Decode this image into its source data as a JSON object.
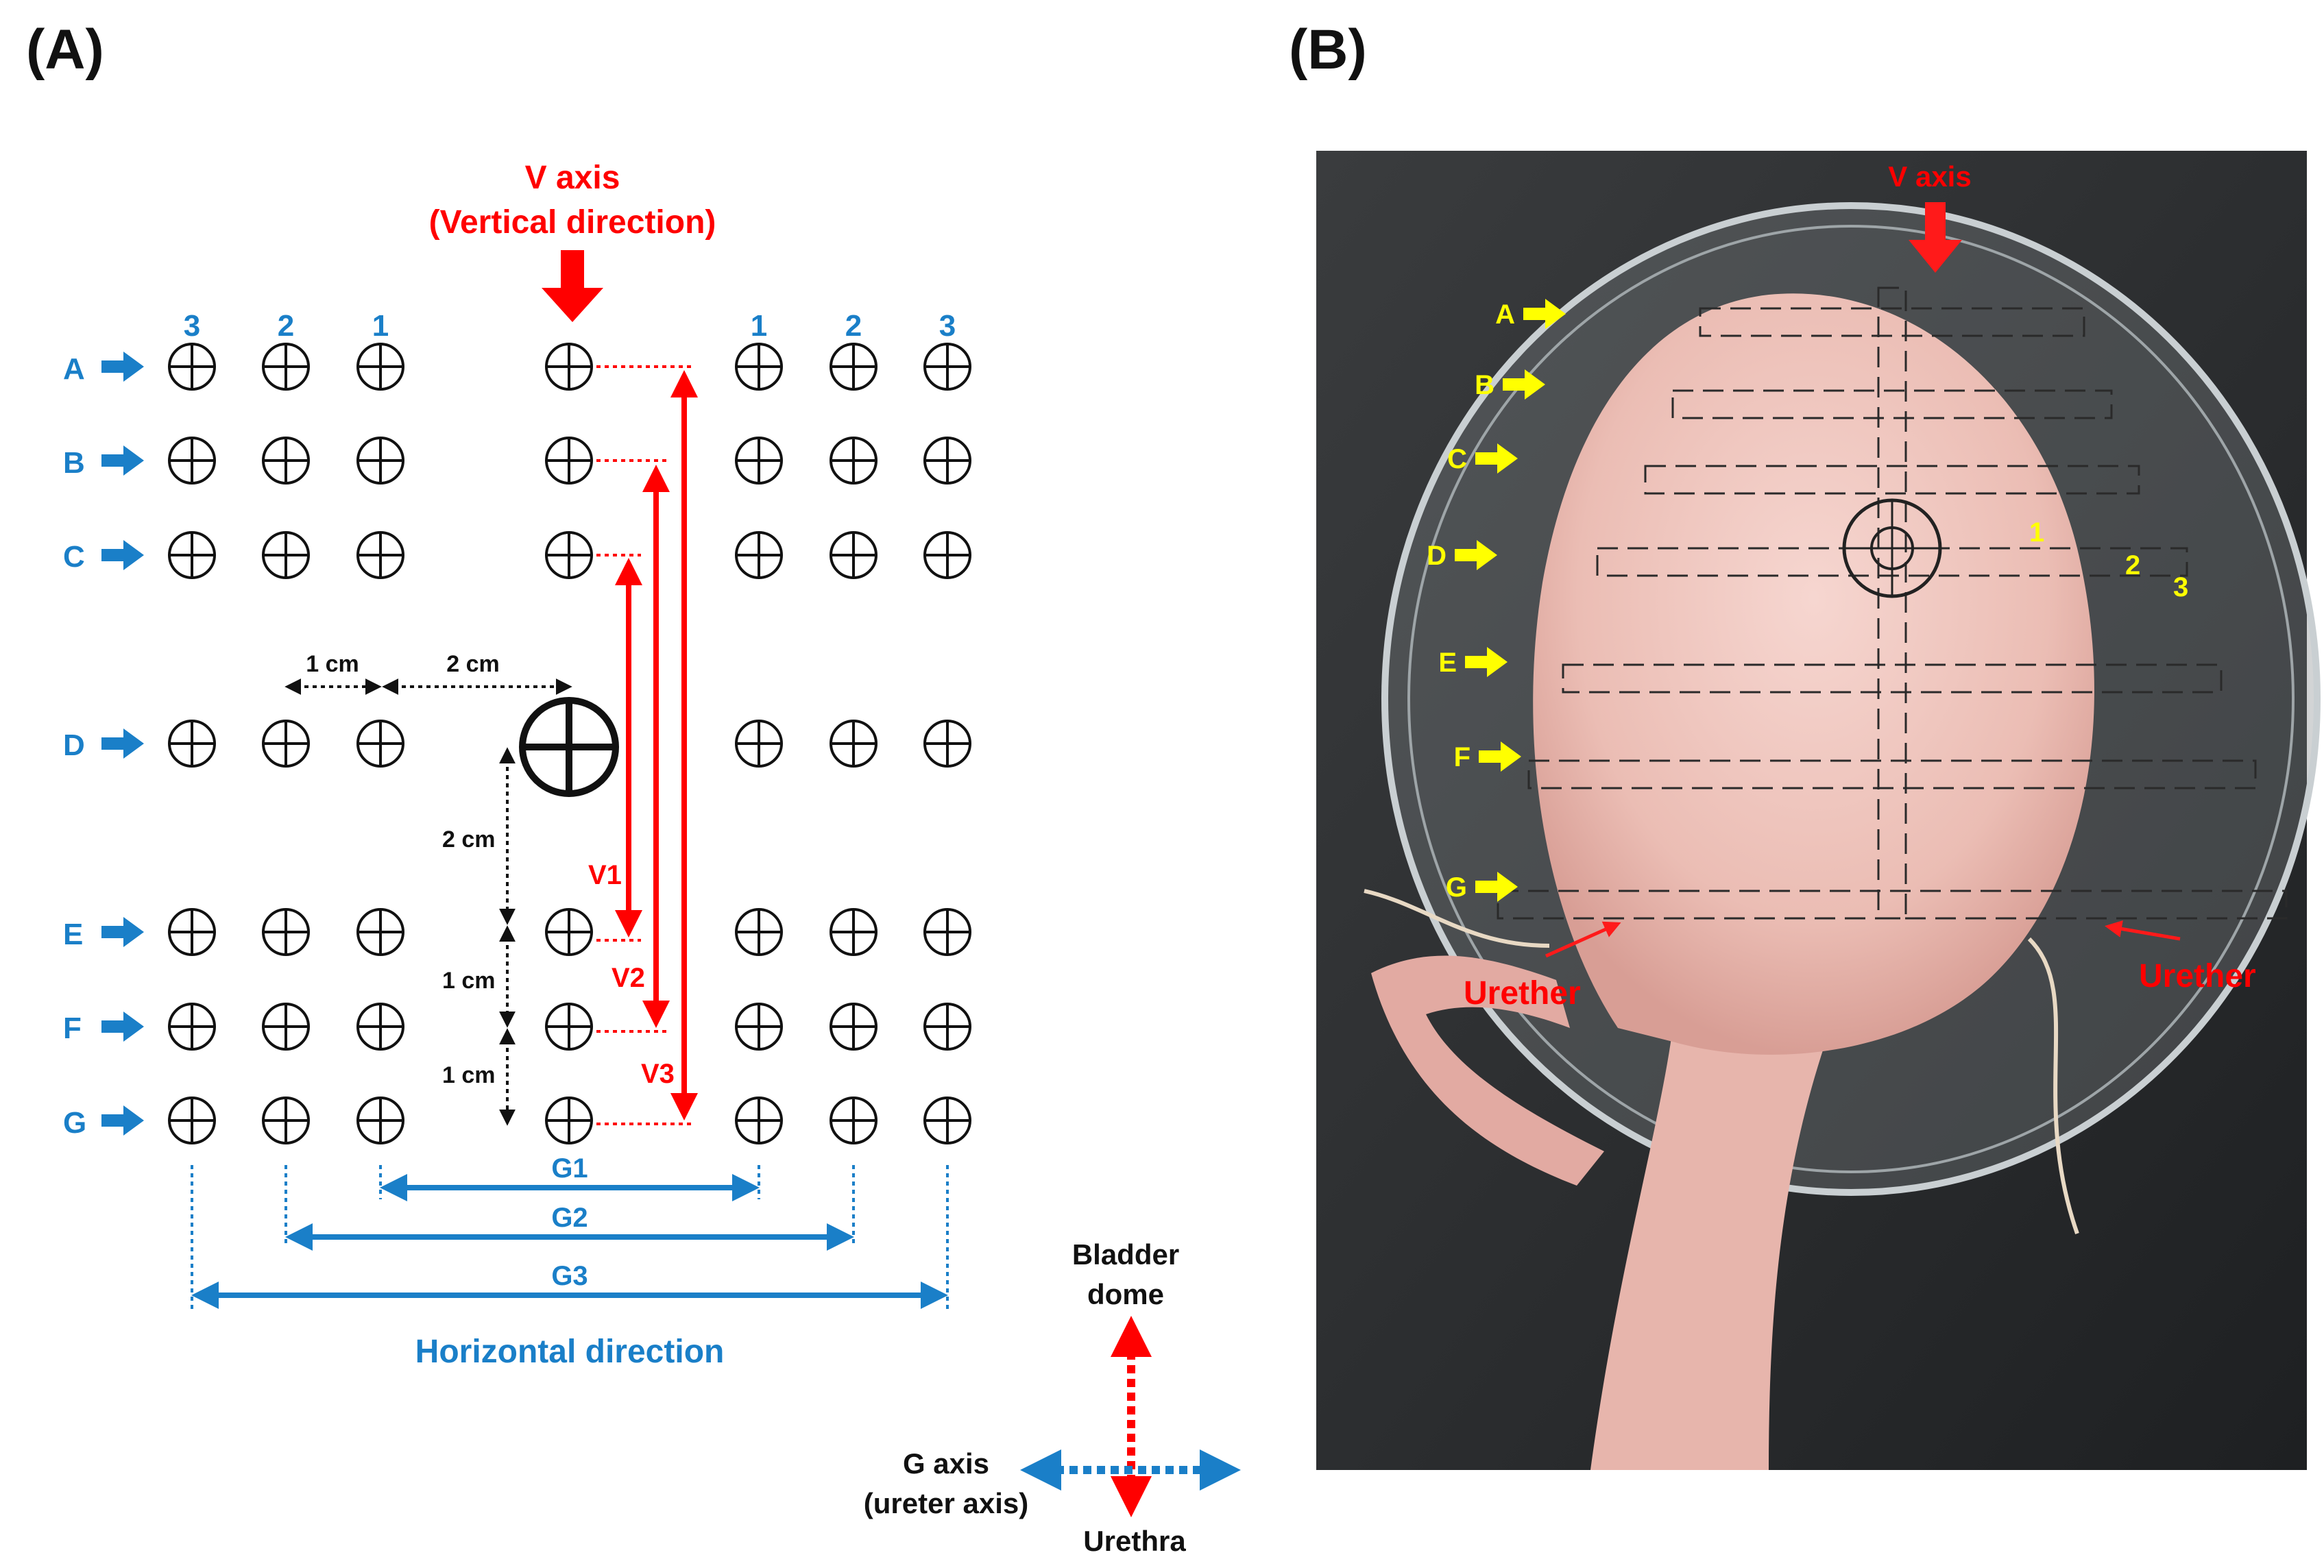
{
  "colors": {
    "blue": "#1a7fc8",
    "red": "#ff0000",
    "yellow": "#ffff00",
    "black": "#111111"
  },
  "panel_a": {
    "label": "(A)",
    "v_axis_title": "V axis",
    "v_axis_subtitle": "(Vertical direction)",
    "col_numbers_left": [
      "3",
      "2",
      "1"
    ],
    "col_numbers_right": [
      "1",
      "2",
      "3"
    ],
    "rows": [
      "A",
      "B",
      "C",
      "D",
      "E",
      "F",
      "G"
    ],
    "dim_1cm_horizontal": "1 cm",
    "dim_2cm_horizontal": "2 cm",
    "dim_2cm_vertical": "2 cm",
    "dim_1cm_ef": "1 cm",
    "dim_1cm_fg": "1 cm",
    "v_labels": [
      "V1",
      "V2",
      "V3"
    ],
    "g_labels": [
      "G1",
      "G2",
      "G3"
    ],
    "horizontal_direction": "Horizontal direction",
    "legend": {
      "bladder_line1": "Bladder",
      "bladder_line2": "dome",
      "g_axis_line1": "G axis",
      "g_axis_line2": "(ureter axis)",
      "urethra": "Urethra"
    }
  },
  "panel_b": {
    "label": "(B)",
    "v_axis": "V axis",
    "row_markers": [
      "A",
      "B",
      "C",
      "D",
      "E",
      "F",
      "G"
    ],
    "col_numbers": [
      "1",
      "2",
      "3"
    ],
    "urether_left": "Urether",
    "urether_right": "Urether"
  }
}
